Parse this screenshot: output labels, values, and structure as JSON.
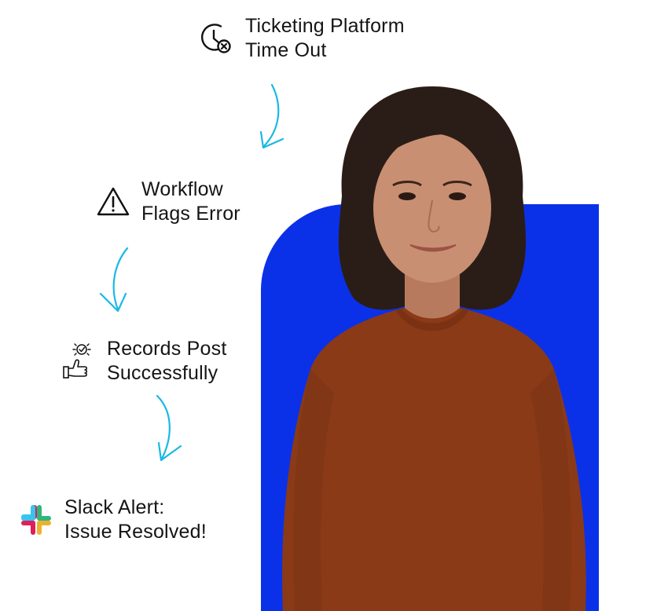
{
  "colors": {
    "accent_blue": "#0b31e8",
    "arrow_cyan": "#1ab8e6",
    "sweater": "#8a3a17",
    "hair": "#2a1d17",
    "skin": "#c98f72"
  },
  "steps": [
    {
      "icon": "clock-error-icon",
      "line1": "Ticketing Platform",
      "line2": "Time Out"
    },
    {
      "icon": "warning-triangle-icon",
      "line1": "Workflow",
      "line2": "Flags Error"
    },
    {
      "icon": "thumbs-up-check-icon",
      "line1": "Records Post",
      "line2": "Successfully"
    },
    {
      "icon": "slack-icon",
      "line1": "Slack Alert:",
      "line2": "Issue Resolved!"
    }
  ]
}
